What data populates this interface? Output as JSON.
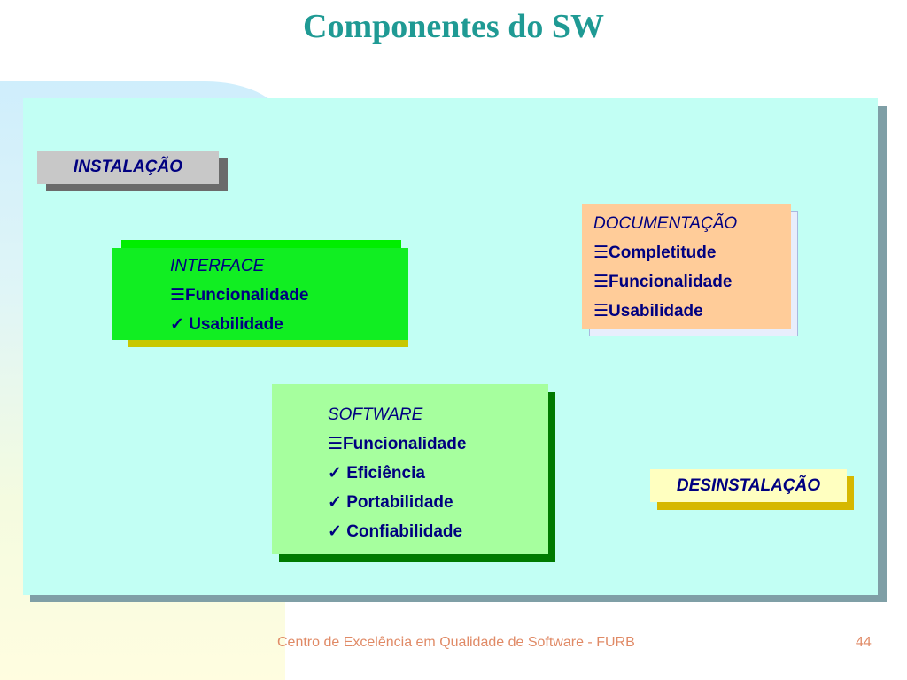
{
  "title": "Componentes do SW",
  "instalacao": {
    "label": "INSTALAÇÃO"
  },
  "interface": {
    "heading": "INTERFACE",
    "items": [
      {
        "marker": "☰",
        "text": "Funcionalidade"
      },
      {
        "marker": "✓",
        "text": " Usabilidade"
      }
    ]
  },
  "documentacao": {
    "heading": "DOCUMENTAÇÃO",
    "items": [
      {
        "marker": "☰",
        "text": "Completitude"
      },
      {
        "marker": "☰",
        "text": "Funcionalidade"
      },
      {
        "marker": "☰",
        "text": "Usabilidade"
      }
    ]
  },
  "software": {
    "heading": "SOFTWARE",
    "items": [
      {
        "marker": "☰",
        "text": "Funcionalidade"
      },
      {
        "marker": "✓",
        "text": " Eficiência"
      },
      {
        "marker": "✓",
        "text": " Portabilidade"
      },
      {
        "marker": "✓",
        "text": " Confiabilidade"
      }
    ]
  },
  "desinstalacao": {
    "label": "DESINSTALAÇÃO"
  },
  "footer": {
    "center_text": "Centro de Excelência em Qualidade de Software - FURB",
    "page_number": "44"
  },
  "colors": {
    "title": "#1f9a94",
    "text": "#000080",
    "panel": "#c2fff4",
    "interface_box": "#11ee22",
    "documentacao_box": "#ffcc99",
    "software_box": "#a6ff9e",
    "desinstalacao_box": "#ffffc0",
    "footer": "#e08a66"
  }
}
